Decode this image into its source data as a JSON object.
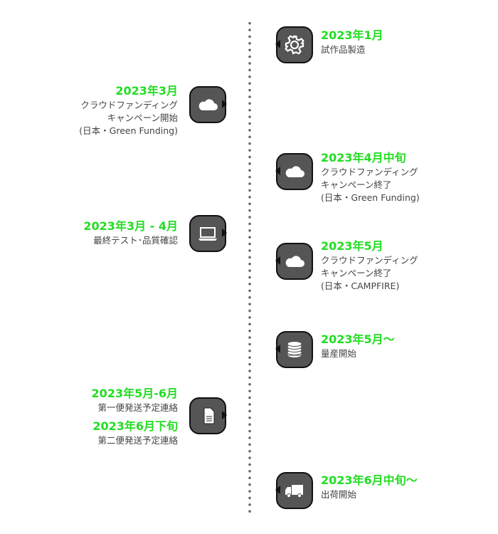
{
  "colors": {
    "date": "#22dd22",
    "icon_bg": "#555555",
    "text": "#444444"
  },
  "events": [
    {
      "side": "right",
      "icon": "gear-icon",
      "date": "2023年1月",
      "desc": [
        "試作品製造"
      ]
    },
    {
      "side": "left",
      "icon": "cloud-icon",
      "date": "2023年3月",
      "desc": [
        "クラウドファンディング",
        "キャンペーン開始",
        "(日本・Green Funding)"
      ]
    },
    {
      "side": "right",
      "icon": "cloud-icon",
      "date": "2023年4月中旬",
      "desc": [
        "クラウドファンディング",
        "キャンペーン終了",
        "(日本・Green Funding)"
      ]
    },
    {
      "side": "left",
      "icon": "laptop-icon",
      "date": "2023年3月 - 4月",
      "desc": [
        "最終テスト･品質確認"
      ]
    },
    {
      "side": "right",
      "icon": "cloud-icon",
      "date": "2023年5月",
      "desc": [
        "クラウドファンディング",
        "キャンペーン終了",
        "(日本・CAMPFIRE)"
      ]
    },
    {
      "side": "right",
      "icon": "database-icon",
      "date": "2023年5月〜",
      "desc": [
        "量産開始"
      ]
    },
    {
      "side": "left",
      "icon": "document-icon",
      "date": "2023年5月-6月",
      "desc": [
        "第一便発送予定連絡"
      ],
      "date2": "2023年6月下旬",
      "desc2": "第二便発送予定連絡"
    },
    {
      "side": "right",
      "icon": "truck-icon",
      "date": "2023年6月中旬〜",
      "desc": [
        "出荷開始"
      ]
    }
  ]
}
